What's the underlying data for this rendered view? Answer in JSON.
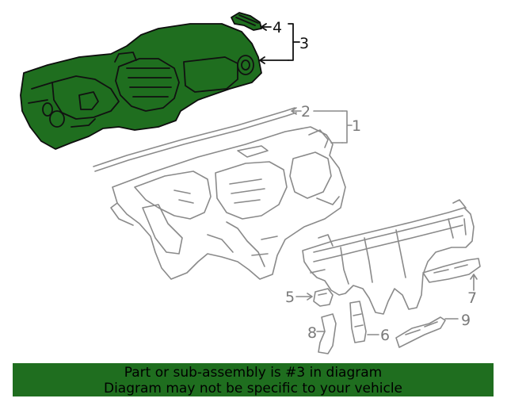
{
  "diagram": {
    "callouts": {
      "c1": "1",
      "c2": "2",
      "c3": "3",
      "c4": "4",
      "c5": "5",
      "c6": "6",
      "c7": "7",
      "c8": "8",
      "c9": "9"
    },
    "highlight_color": "#1f6e1f",
    "line_color": "#8a8a8a"
  },
  "banner": {
    "line1": "Part or sub-assembly is #3 in diagram",
    "line2": "Diagram may not be specific to your vehicle",
    "background": "#1f6e1f"
  }
}
